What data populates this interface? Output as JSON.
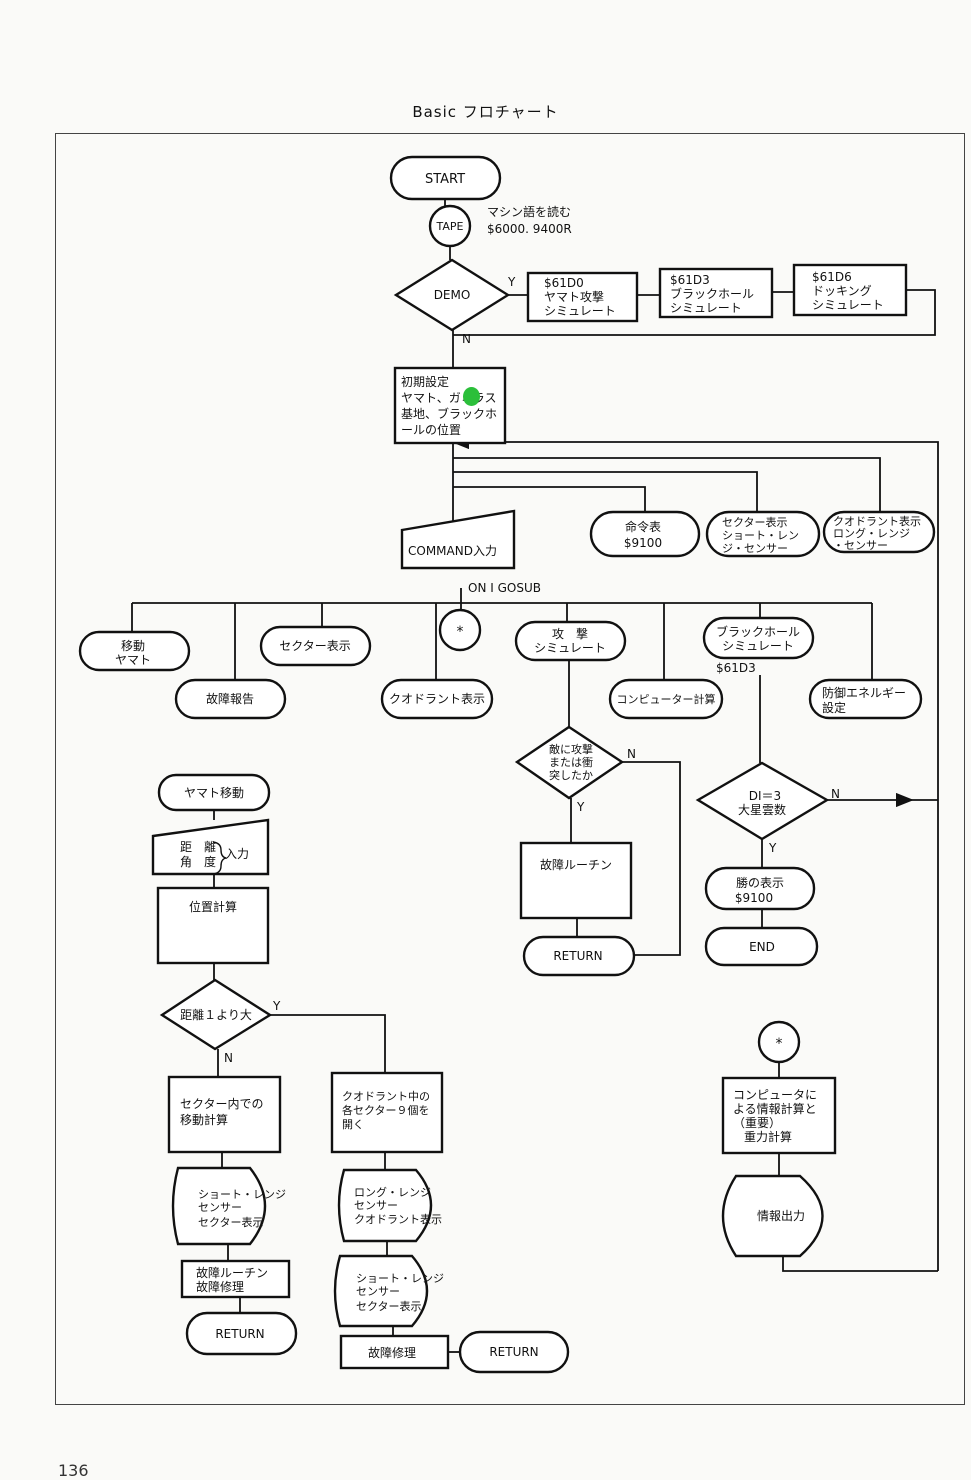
{
  "page_title": "Basic フロチャート",
  "page_number": "136",
  "accent_colors": {
    "line": "#111111",
    "marker": "#2bbf3a"
  },
  "nodes": {
    "start": "START",
    "tape": "TAPE",
    "tape_note": [
      "マシン語を読む",
      "$6000. 9400R"
    ],
    "demo": "DEMO",
    "demo_y": "Y",
    "demo_n": "N",
    "sim1": [
      "$61D0",
      "ヤマト攻撃",
      "シミュレート"
    ],
    "sim2": [
      "$61D3",
      "ブラックホール",
      "シミュレート"
    ],
    "sim3": [
      "$61D6",
      "ドッキング",
      "シミュレート"
    ],
    "init": [
      "初期設定",
      "ヤマト、ガミラス",
      "基地、ブラックホ",
      "ールの位置"
    ],
    "cmd_table": [
      "命令表",
      "$9100"
    ],
    "sector_disp": [
      "セクター表示",
      "ショート・レン",
      "ジ・センサー"
    ],
    "quad_disp": [
      "クオドラント表示",
      "ロング・レンジ",
      "・センサー"
    ],
    "command": "COMMAND入力",
    "on_gosub": "ON I GOSUB",
    "move": [
      "移動",
      "ヤマト"
    ],
    "damage_report": "故障報告",
    "sector_view": "セクター表示",
    "star": "*",
    "quad_view": "クオドラント表示",
    "attack": [
      "攻　撃",
      "シミュレート"
    ],
    "computer": "コンピューター計算",
    "bh_sim": [
      "ブラックホール",
      "シミュレート"
    ],
    "bh_addr": "$61D3",
    "defense": [
      "防御エネルギー",
      "設定"
    ],
    "hit_q": [
      "敵に攻撃",
      "または衝",
      "突したか"
    ],
    "hit_n": "N",
    "hit_y": "Y",
    "damage_routine": "故障ルーチン",
    "return1": "RETURN",
    "di_q": [
      "DI＝3",
      "大星雲数"
    ],
    "di_n": "N",
    "di_y": "Y",
    "win": [
      "勝の表示",
      "$9100"
    ],
    "end": "END",
    "yamato_move": "ヤマト移動",
    "input_dist": [
      "距　離",
      "角　度"
    ],
    "input_label": "入力",
    "pos_calc": "位置計算",
    "dist_q": "距離１より大",
    "dist_y": "Y",
    "dist_n": "N",
    "sector_move": [
      "セクター内での",
      "移動計算"
    ],
    "open_sectors": [
      "クオドラント中の",
      "各セクター９個を",
      "開く"
    ],
    "short_sensor1": [
      "ショート・レンジ",
      "センサー",
      "セクター表示"
    ],
    "long_sensor": [
      "ロング・レンジ",
      "センサー",
      "クオドラント表示"
    ],
    "repair_routine": [
      "故障ルーチン",
      "故障修理"
    ],
    "short_sensor2": [
      "ショート・レンジ",
      "センサー",
      "セクター表示"
    ],
    "return2": "RETURN",
    "repair": "故障修理",
    "return3": "RETURN",
    "star2": "*",
    "comp_info": [
      "コンピュータに",
      "よる情報計算と",
      "（重要）",
      "重力計算"
    ],
    "info_out": "情報出力"
  }
}
